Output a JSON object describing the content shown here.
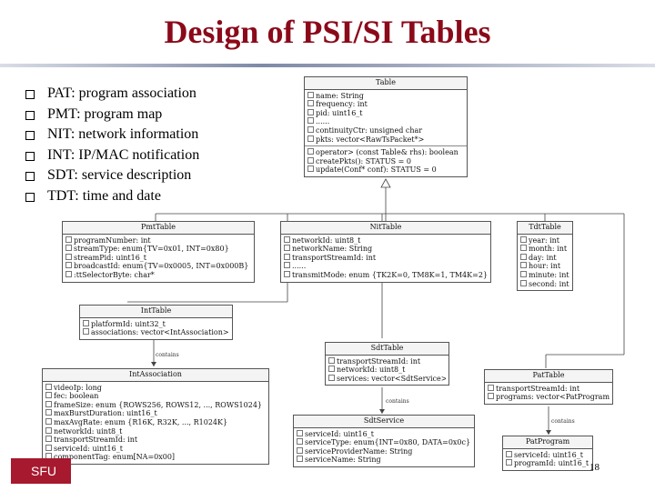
{
  "title": "Design of PSI/SI Tables",
  "bullets": [
    "PAT: program association",
    "PMT: program map",
    "NIT: network information",
    "INT: IP/MAC notification",
    "SDT: service description",
    "TDT: time and date"
  ],
  "classes": {
    "table": {
      "name": "Table",
      "attrs": [
        "name: String",
        "frequency: int",
        "pid: uint16_t",
        "......",
        "continuityCtr: unsigned char",
        "pkts: vector<RawTsPacket*>"
      ],
      "ops": [
        "operator> (const Table& rhs): boolean",
        "createPkts(): STATUS = 0",
        "update(Conf* conf): STATUS = 0"
      ]
    },
    "pmt": {
      "name": "PmtTable",
      "attrs": [
        "programNumber: int",
        "streamType: enum{TV=0x01, INT=0x80}",
        "streamPid: uint16_t",
        "broadcastId: enum{TV=0x0005, INT=0x000B}",
        ":ttSelectorByte: char*"
      ]
    },
    "nit": {
      "name": "NitTable",
      "attrs": [
        "networkId: uint8_t",
        "networkName: String",
        "transportStreamId: int",
        "......",
        "transmitMode: enum {TK2K=0, TM8K=1, TM4K=2}"
      ]
    },
    "tdt": {
      "name": "TdtTable",
      "attrs": [
        "year: int",
        "month: int",
        "day: int",
        "hour: int",
        "minute: int",
        "second: int"
      ]
    },
    "int": {
      "name": "IntTable",
      "attrs": [
        "platformId: uint32_t",
        "associations: vector<IntAssociation>"
      ]
    },
    "sdt": {
      "name": "SdtTable",
      "attrs": [
        "transportStreamId: int",
        "networkId: uint8_t",
        "services: vector<SdtService>"
      ]
    },
    "intassoc": {
      "name": "IntAssociation",
      "attrs": [
        "videoIp: long",
        "fec: boolean",
        "frameSize: enum {ROWS256, ROWS12, ..., ROWS1024}",
        "maxBurstDuration: uint16_t",
        "maxAvgRate: enum {R16K, R32K, ..., R1024K}",
        "networkId: uint8_t",
        "transportStreamId: int",
        "serviceId: uint16_t",
        "componentTag: enum[NA=0x00]"
      ]
    },
    "pat": {
      "name": "PatTable",
      "attrs": [
        "transportStreamId: int",
        "programs: vector<PatProgram>"
      ]
    },
    "sdtservice": {
      "name": "SdtService",
      "attrs": [
        "serviceId: uint16_t",
        "serviceType: enum{INT=0x80, DATA=0x0c}",
        "serviceProviderName: String",
        "serviceName: String"
      ]
    },
    "patprogram": {
      "name": "PatProgram",
      "attrs": [
        "serviceId: uint16_t",
        "programId: uint16_t"
      ]
    }
  },
  "labels": {
    "contains1": "contains",
    "contains2": "contains",
    "contains3": "contains"
  },
  "footer": {
    "logo": "SFU",
    "page": "18"
  },
  "colors": {
    "title": "#8B0A1A",
    "logo": "#a6192e"
  }
}
